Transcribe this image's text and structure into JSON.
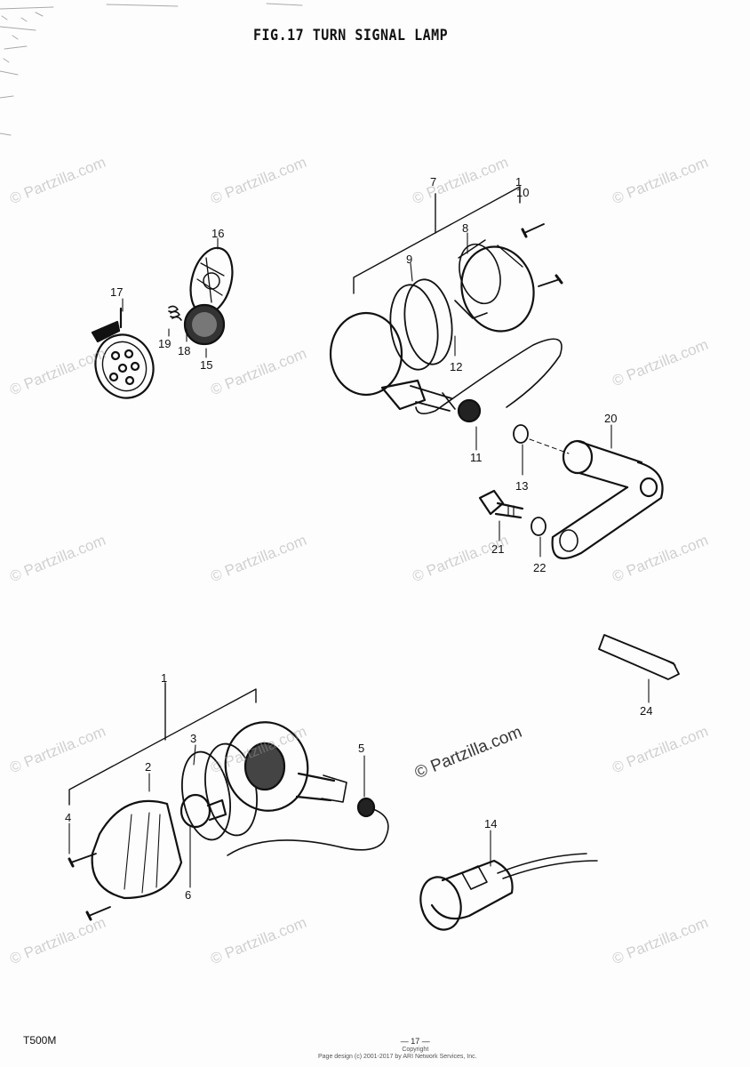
{
  "title": "FIG.17  TURN SIGNAL LAMP",
  "model": "T500M",
  "watermark": "© Partzilla.com",
  "watermark_featured": "© Partzilla.com",
  "colors": {
    "ink": "#111111",
    "watermark": "#9a9a9a"
  },
  "callouts": [
    "1",
    "2",
    "3",
    "4",
    "5",
    "6",
    "7",
    "8",
    "9",
    "10",
    "11",
    "12",
    "13",
    "14",
    "15",
    "16",
    "17",
    "18",
    "19",
    "20",
    "21",
    "22",
    "24"
  ],
  "footer": {
    "page": "— 17 —",
    "small1": "Copyright",
    "small2": "Page design (c) 2001-2017 by ARI Network Services, Inc."
  }
}
